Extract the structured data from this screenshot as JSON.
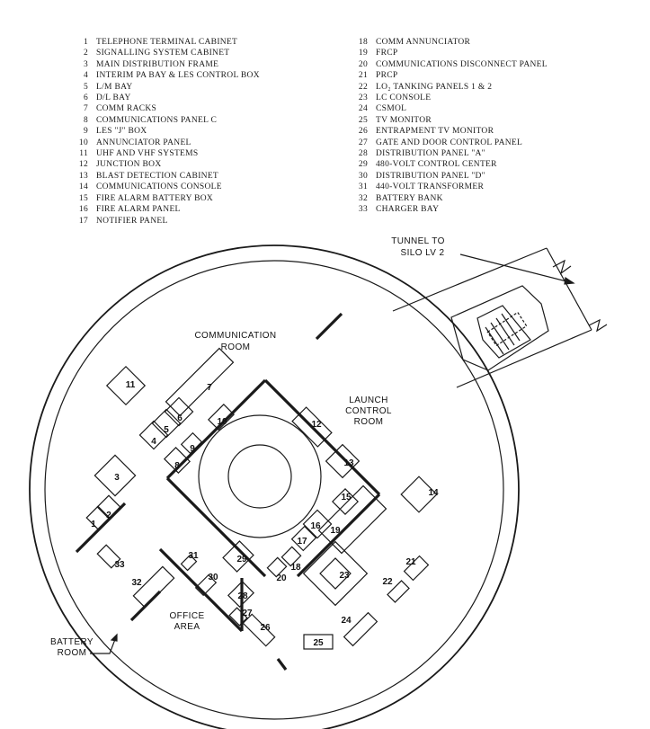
{
  "legend_left": [
    {
      "num": "1",
      "label": "TELEPHONE TERMINAL CABINET"
    },
    {
      "num": "2",
      "label": "SIGNALLING SYSTEM CABINET"
    },
    {
      "num": "3",
      "label": "MAIN DISTRIBUTION FRAME"
    },
    {
      "num": "4",
      "label": "INTERIM PA BAY & LES CONTROL BOX"
    },
    {
      "num": "5",
      "label": "L/M BAY"
    },
    {
      "num": "6",
      "label": "D/L BAY"
    },
    {
      "num": "7",
      "label": "COMM RACKS"
    },
    {
      "num": "8",
      "label": "COMMUNICATIONS PANEL C"
    },
    {
      "num": "9",
      "label": "LES \"J\" BOX"
    },
    {
      "num": "10",
      "label": "ANNUNCIATOR PANEL"
    },
    {
      "num": "11",
      "label": "UHF AND VHF SYSTEMS"
    },
    {
      "num": "12",
      "label": "JUNCTION BOX"
    },
    {
      "num": "13",
      "label": "BLAST DETECTION CABINET"
    },
    {
      "num": "14",
      "label": "COMMUNICATIONS CONSOLE"
    },
    {
      "num": "15",
      "label": "FIRE ALARM BATTERY BOX"
    },
    {
      "num": "16",
      "label": "FIRE ALARM PANEL"
    },
    {
      "num": "17",
      "label": "NOTIFIER PANEL"
    }
  ],
  "legend_right": [
    {
      "num": "18",
      "label": "COMM ANNUNCIATOR"
    },
    {
      "num": "19",
      "label": "FRCP"
    },
    {
      "num": "20",
      "label": "COMMUNICATIONS DISCONNECT PANEL"
    },
    {
      "num": "21",
      "label": "PRCP"
    },
    {
      "num": "22",
      "label": "LO₂ TANKING PANELS 1 & 2"
    },
    {
      "num": "23",
      "label": "LC CONSOLE"
    },
    {
      "num": "24",
      "label": "CSMOL"
    },
    {
      "num": "25",
      "label": "TV MONITOR"
    },
    {
      "num": "26",
      "label": "ENTRAPMENT TV MONITOR"
    },
    {
      "num": "27",
      "label": "GATE AND DOOR CONTROL PANEL"
    },
    {
      "num": "28",
      "label": "DISTRIBUTION PANEL \"A\""
    },
    {
      "num": "29",
      "label": "480-VOLT CONTROL CENTER"
    },
    {
      "num": "30",
      "label": "DISTRIBUTION PANEL \"D\""
    },
    {
      "num": "31",
      "label": "440-VOLT TRANSFORMER"
    },
    {
      "num": "32",
      "label": "BATTERY BANK"
    },
    {
      "num": "33",
      "label": "CHARGER BAY"
    }
  ],
  "labels": {
    "communication_room": [
      "COMMUNICATION",
      "ROOM"
    ],
    "launch_control_room": [
      "LAUNCH",
      "CONTROL",
      "ROOM"
    ],
    "office_area": [
      "OFFICE",
      "AREA"
    ],
    "battery_room": [
      "BATTERY",
      "ROOM"
    ],
    "tunnel": [
      "TUNNEL TO",
      "SILO LV 2"
    ]
  },
  "equipment_numbers": [
    "1",
    "2",
    "3",
    "4",
    "5",
    "6",
    "7",
    "8",
    "9",
    "10",
    "11",
    "12",
    "13",
    "14",
    "15",
    "16",
    "17",
    "18",
    "19",
    "20",
    "21",
    "22",
    "23",
    "24",
    "25",
    "26",
    "27",
    "28",
    "29",
    "30",
    "31",
    "32",
    "33"
  ]
}
